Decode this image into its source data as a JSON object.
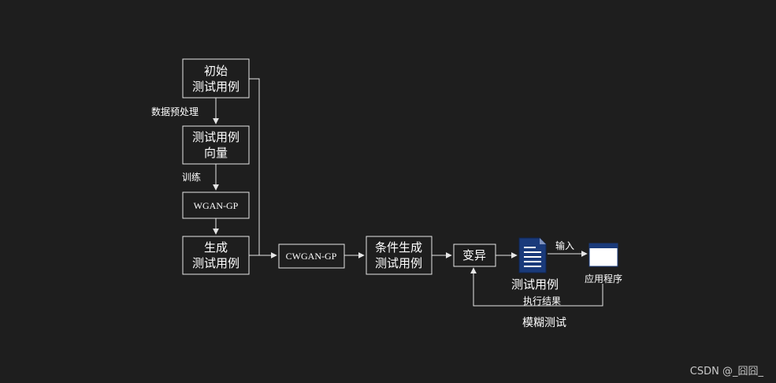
{
  "diagram": {
    "nodes": {
      "initial_cases": [
        "初始",
        "测试用例"
      ],
      "case_vector": [
        "测试用例",
        "向量"
      ],
      "wgan_gp": "WGAN-GP",
      "generated_cases": [
        "生成",
        "测试用例"
      ],
      "cwgan_gp": "CWGAN-GP",
      "conditional_cases": [
        "条件生成",
        "测试用例"
      ],
      "mutation": "变异",
      "test_case_doc": "测试用例",
      "application": "应用程序"
    },
    "edge_labels": {
      "preprocess": "数据预处理",
      "train": "训练",
      "input": "输入",
      "exec_result": "执行结果"
    },
    "loop_label": "模糊测试",
    "icons": {
      "document": "document-icon",
      "application": "application-window-icon"
    }
  },
  "watermark": "CSDN @_囧囧_",
  "colors": {
    "background": "#1e1e1e",
    "stroke": "#e6e6e6",
    "doc_icon": "#1a3a7a",
    "window_icon": "#1a3a7a"
  }
}
